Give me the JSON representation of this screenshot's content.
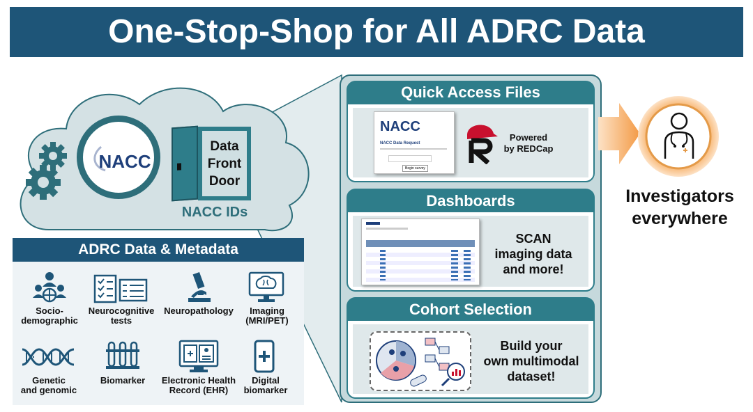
{
  "title": "One-Stop-Shop for All ADRC Data",
  "cloud": {
    "logo_text": "NACC",
    "door_lines": [
      "Data",
      "Front",
      "Door"
    ],
    "ids_label": "NACC IDs"
  },
  "metadata": {
    "header": "ADRC Data & Metadata",
    "categories": [
      {
        "icon": "people-globe-icon",
        "line1": "Socio-",
        "line2": "demographic"
      },
      {
        "icon": "checklist-icon",
        "line1": "Neurocognitive",
        "line2": "tests"
      },
      {
        "icon": "microscope-icon",
        "line1": "Neuropathology",
        "line2": ""
      },
      {
        "icon": "brain-monitor-icon",
        "line1": "Imaging",
        "line2": "(MRI/PET)"
      },
      {
        "icon": "dna-icon",
        "line1": "Genetic",
        "line2": "and genomic"
      },
      {
        "icon": "test-tubes-icon",
        "line1": "Biomarker",
        "line2": ""
      },
      {
        "icon": "health-record-icon",
        "line1": "Electronic Health",
        "line2": "Record (EHR)"
      },
      {
        "icon": "smartphone-icon",
        "line1": "Digital",
        "line2": "biomarker"
      }
    ]
  },
  "panels": {
    "quick": {
      "title": "Quick Access Files",
      "form_logo": "NACC",
      "form_heading": "NACC Data Request",
      "form_button": "Begin survey",
      "powered": [
        "Powered",
        "by REDCap"
      ]
    },
    "dashboards": {
      "title": "Dashboards",
      "caption": [
        "SCAN",
        "imaging data",
        "and more!"
      ]
    },
    "cohort": {
      "title": "Cohort Selection",
      "caption": [
        "Build your",
        "own multimodal",
        "dataset!"
      ]
    }
  },
  "investigators": [
    "Investigators",
    "everywhere"
  ],
  "colors": {
    "navy": "#1e5578",
    "teal": "#2e7d8a",
    "cloud": "#d4e1e4",
    "panel_bg": "#c6d9dc",
    "orange": "#f6a95a"
  }
}
